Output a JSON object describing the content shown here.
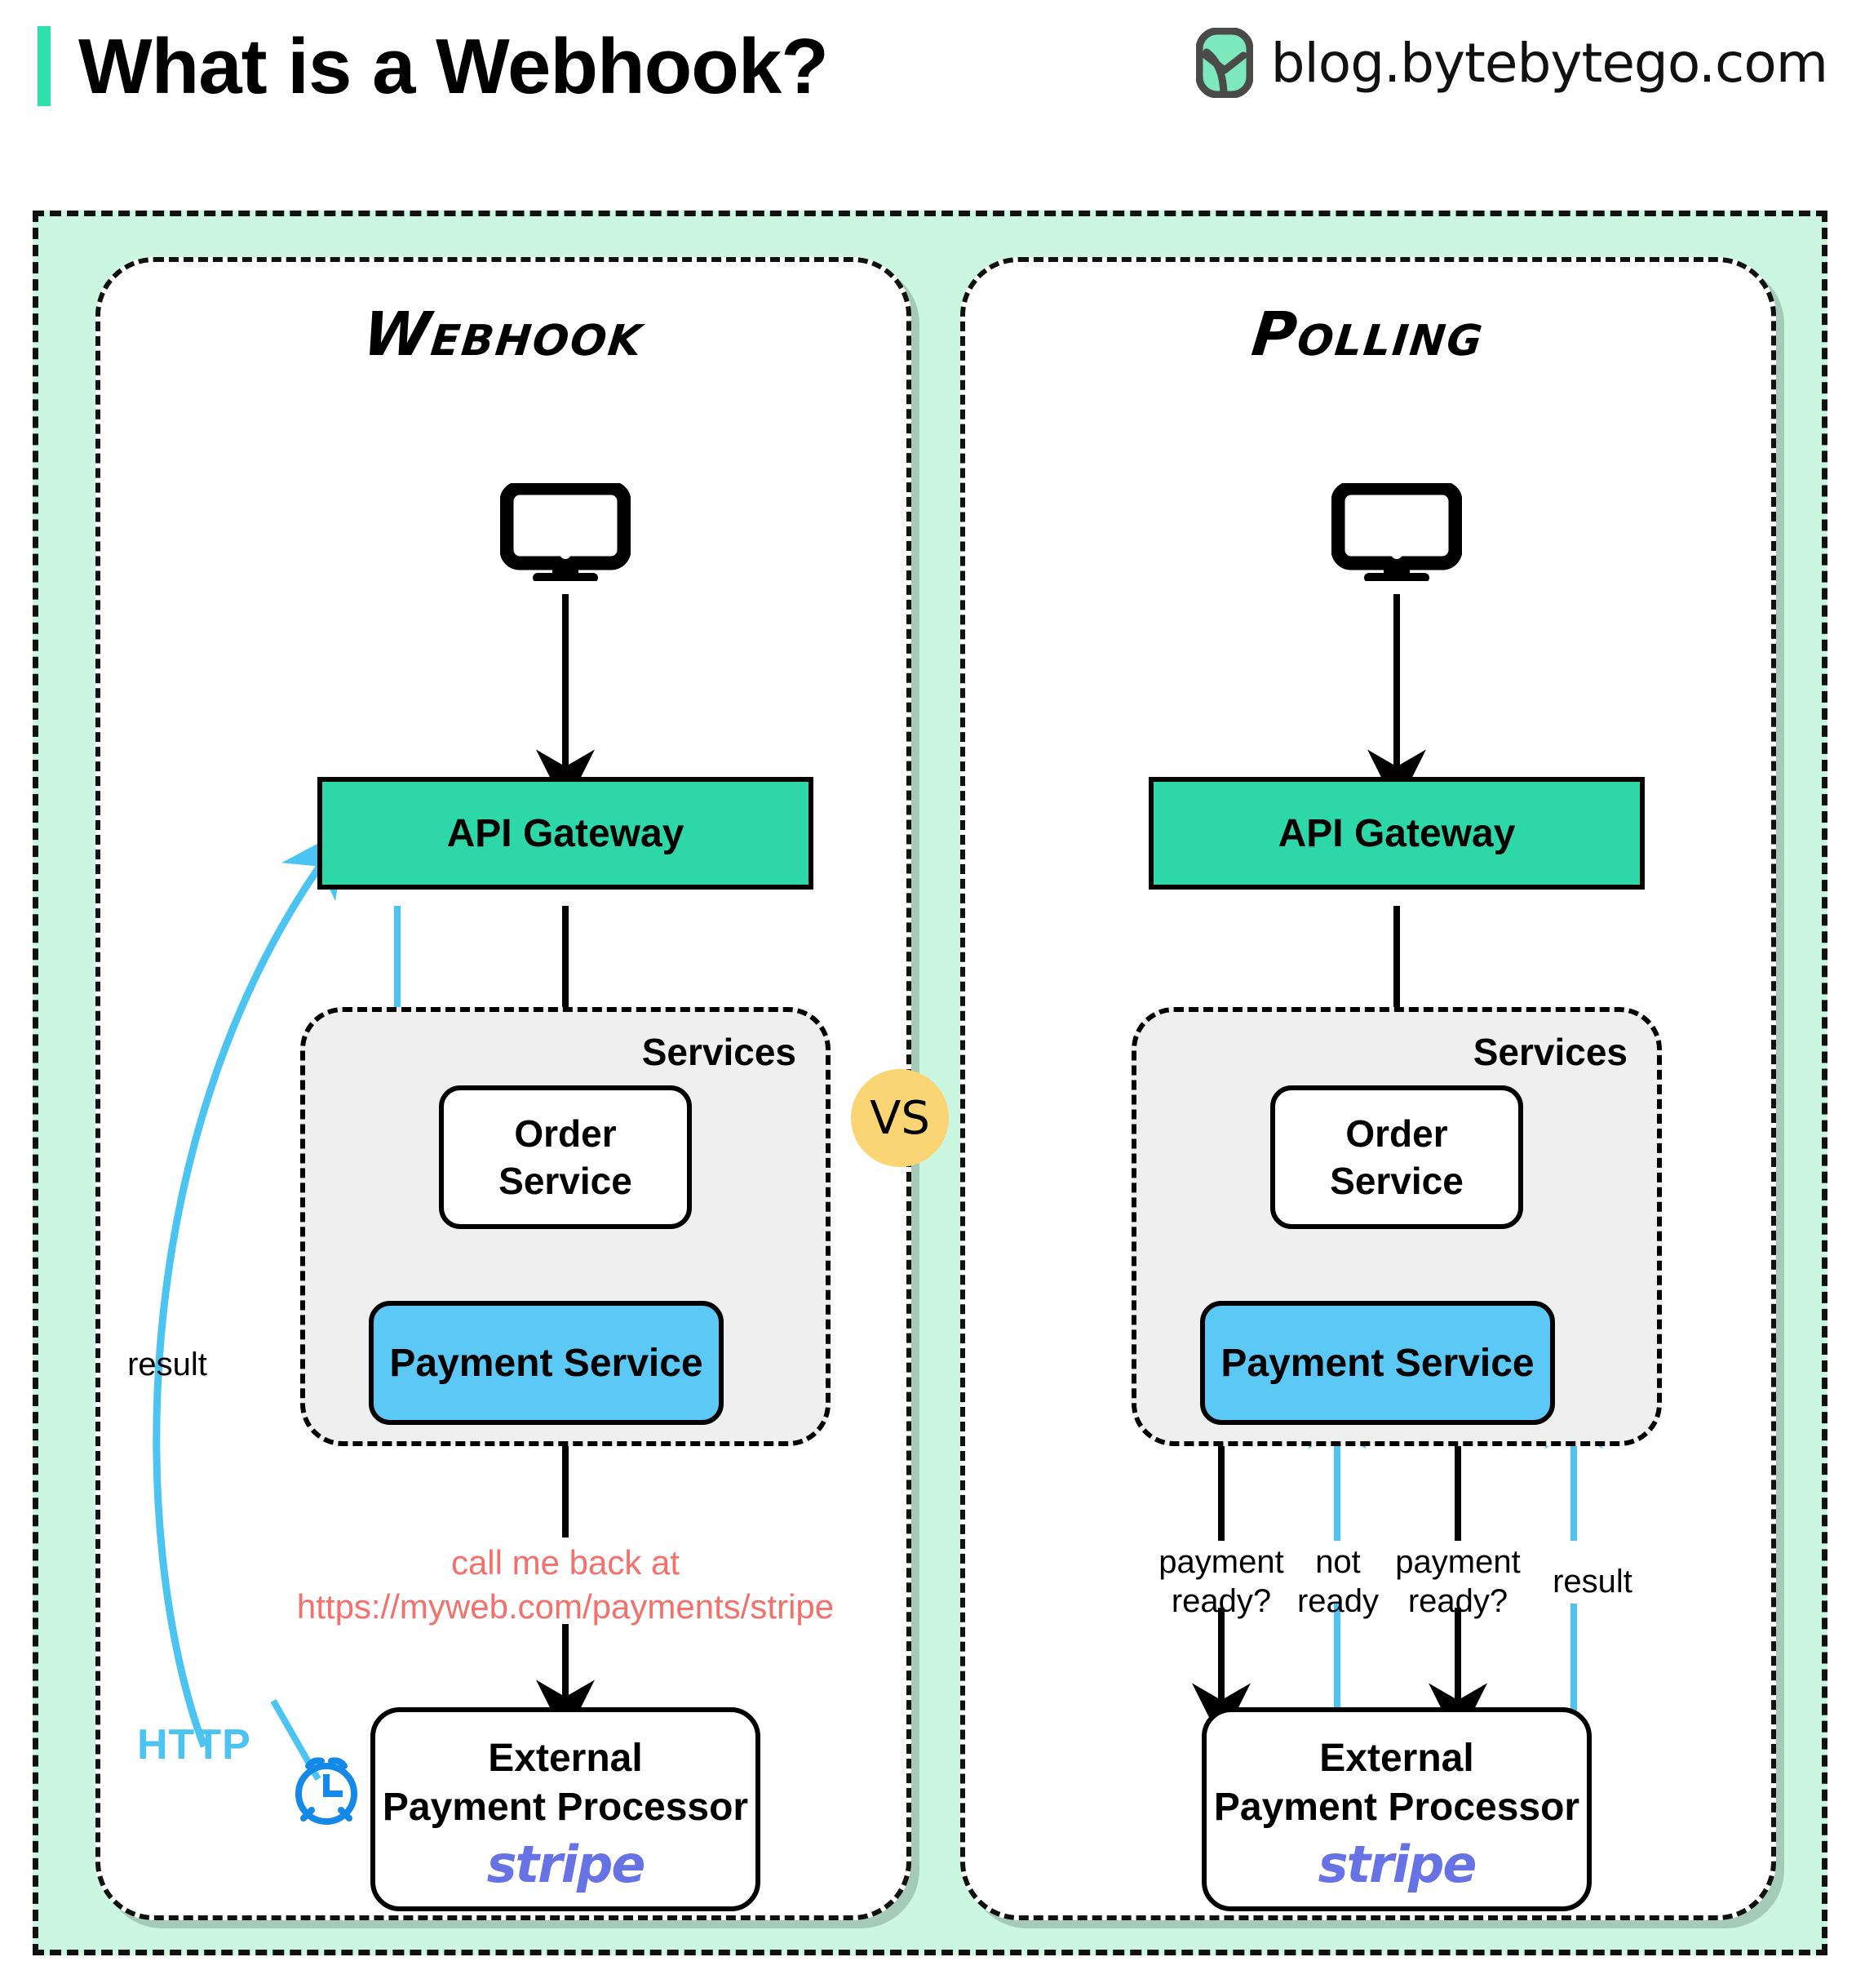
{
  "header": {
    "title": "What is a Webhook?",
    "brand": "blog.bytebytego.com",
    "logo_icon": "bytebytego-logo-icon",
    "accent_color": "#2EE0AC"
  },
  "vs_badge": {
    "label": "VS",
    "color": "#FBD473"
  },
  "colors": {
    "outer_background": "#CBF6E0",
    "api_gateway": "#2DD7A8",
    "payment_service": "#5BC8F5",
    "services_group": "#EFEFEF",
    "blue_edge": "#4BC4F2",
    "callback_text": "#F4706A",
    "stripe": "#6772E5",
    "clock_icon": "#1489E8"
  },
  "panels": [
    {
      "id": "webhook",
      "title": "Webhook",
      "nodes": {
        "client_icon": "monitor-icon",
        "api_gateway": "API Gateway",
        "services_label": "Services",
        "order_service": "Order\nService",
        "payment_service": "Payment Service",
        "external_title": "External\nPayment Processor",
        "external_logo": "stripe"
      },
      "labels": {
        "result": "result",
        "http": "HTTP",
        "clock_icon": "alarm-clock-icon",
        "callback": "call me back at\nhttps://myweb.com/payments/stripe"
      }
    },
    {
      "id": "polling",
      "title": "Polling",
      "nodes": {
        "client_icon": "monitor-icon",
        "api_gateway": "API Gateway",
        "services_label": "Services",
        "order_service": "Order\nService",
        "payment_service": "Payment Service",
        "external_title": "External\nPayment Processor",
        "external_logo": "stripe"
      },
      "labels": {
        "poll1": "payment\nready?",
        "poll2": "not\nready",
        "poll3": "payment\nready?",
        "poll4": "result"
      }
    }
  ]
}
